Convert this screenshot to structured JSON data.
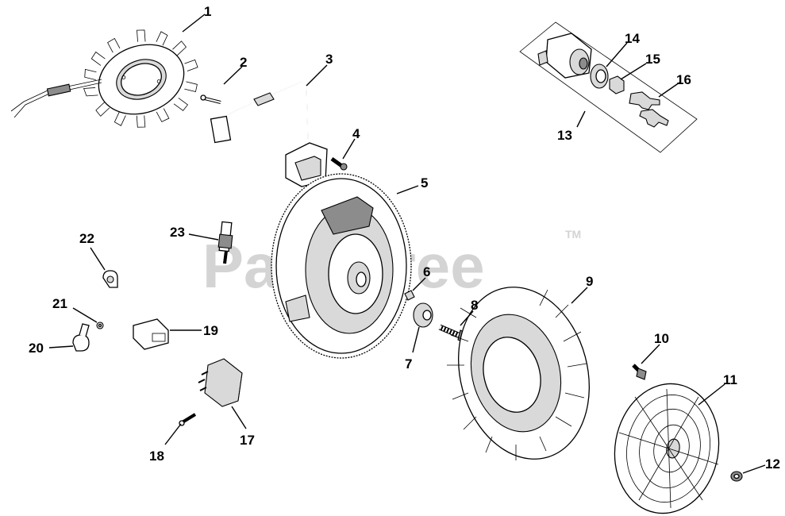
{
  "watermark": {
    "text": "PartsTree",
    "tm": "TM"
  },
  "callouts": {
    "c1": "1",
    "c2": "2",
    "c3": "3",
    "c4": "4",
    "c5": "5",
    "c6": "6",
    "c7": "7",
    "c8": "8",
    "c9": "9",
    "c10": "10",
    "c11": "11",
    "c12": "12",
    "c13": "13",
    "c14": "14",
    "c15": "15",
    "c16": "16",
    "c17": "17",
    "c18": "18",
    "c19": "19",
    "c20": "20",
    "c21": "21",
    "c22": "22",
    "c23": "23"
  },
  "colors": {
    "line": "#000000",
    "watermark": "#d4d4d4",
    "background": "#ffffff"
  }
}
